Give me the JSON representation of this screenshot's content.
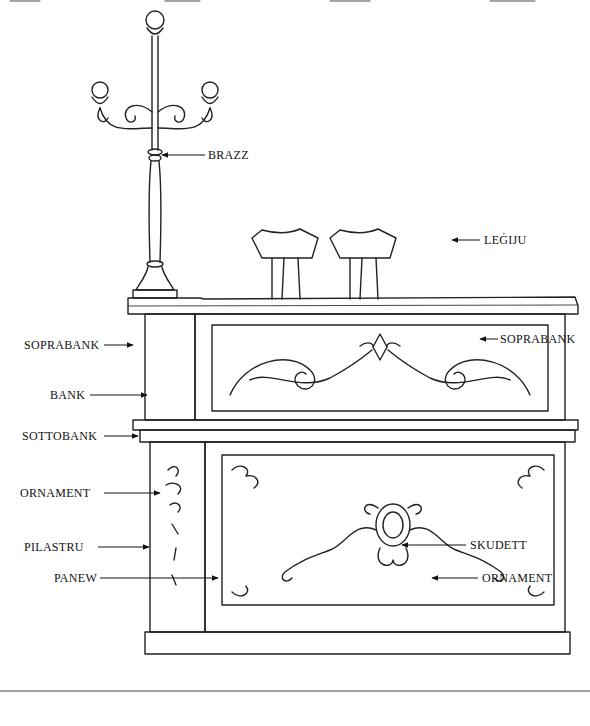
{
  "diagram": {
    "labels": [
      "BRAZZ",
      "LEĠIJU",
      "SOPRABANK",
      "SOPRABANK",
      "BANK",
      "SOTTOBANK",
      "ORNAMENT",
      "SKUDETT",
      "PILASTRU",
      "PANEW",
      "ORNAMENT"
    ]
  }
}
